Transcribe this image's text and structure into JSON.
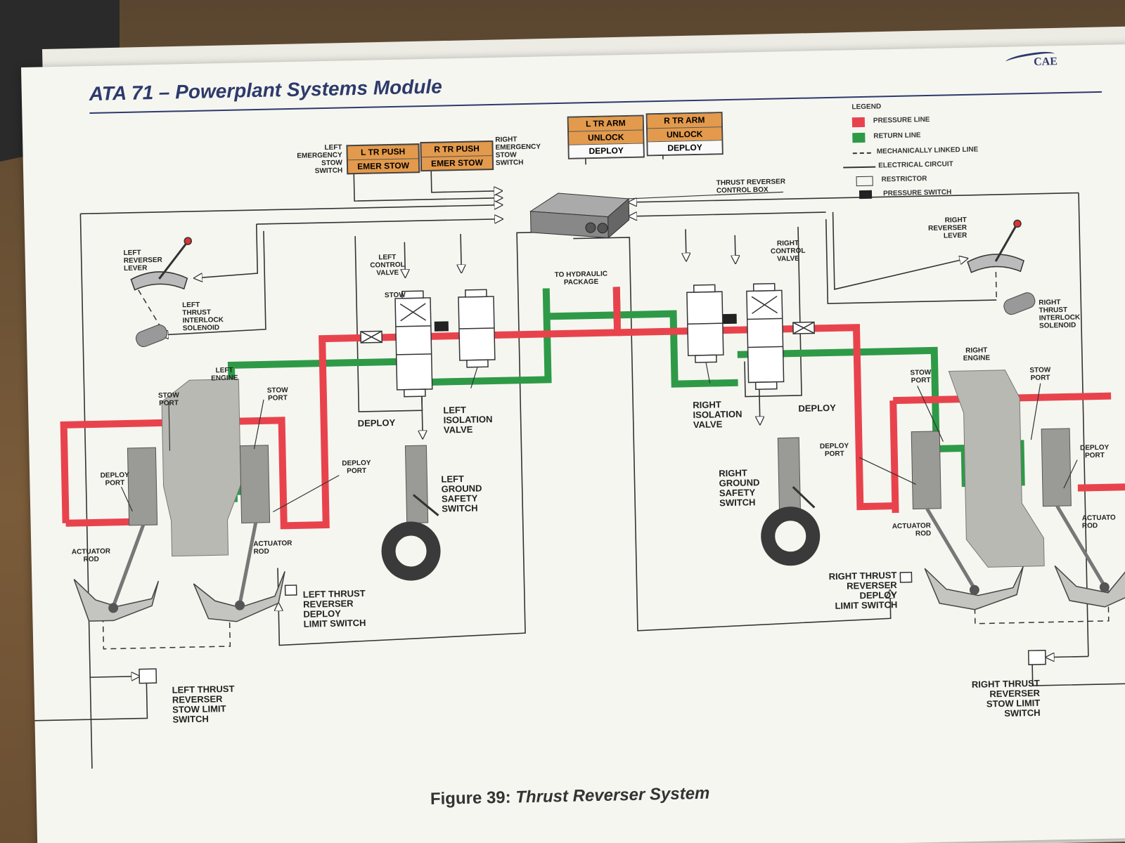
{
  "header": {
    "title": "ATA 71 – Powerplant Systems Module",
    "logo": "CAE"
  },
  "legend": {
    "title": "LEGEND",
    "items": [
      {
        "label": "PRESSURE LINE",
        "color": "#e8434c"
      },
      {
        "label": "RETURN LINE",
        "color": "#2e9a47"
      },
      {
        "label": "MECHANICALLY LINKED LINE",
        "color": "#333333"
      },
      {
        "label": "ELECTRICAL CIRCUIT",
        "color": "#333333"
      },
      {
        "label": "RESTRICTOR",
        "color": "#333333"
      },
      {
        "label": "PRESSURE SWITCH",
        "color": "#222222"
      }
    ]
  },
  "switches": {
    "left_push": [
      "L TR PUSH",
      "EMER STOW"
    ],
    "right_push": [
      "R TR PUSH",
      "EMER STOW"
    ],
    "left_arm": [
      "L TR ARM",
      "UNLOCK",
      "DEPLOY"
    ],
    "right_arm": [
      "R TR ARM",
      "UNLOCK",
      "DEPLOY"
    ]
  },
  "labels": {
    "left_emer_stow_switch": "LEFT\nEMERGENCY\nSTOW\nSWITCH",
    "right_emer_stow_switch": "RIGHT\nEMERGENCY\nSTOW\nSWITCH",
    "control_box": "THRUST REVERSER\nCONTROL BOX",
    "left_reverser_lever": "LEFT\nREVERSER\nLEVER",
    "right_reverser_lever": "RIGHT\nREVERSER\nLEVER",
    "left_interlock": "LEFT\nTHRUST\nINTERLOCK\nSOLENOID",
    "right_interlock": "RIGHT\nTHRUST\nINTERLOCK\nSOLENOID",
    "left_control_valve": "LEFT\nCONTROL\nVALVE",
    "right_control_valve": "RIGHT\nCONTROL\nVALVE",
    "to_hydraulic": "TO HYDRAULIC\nPACKAGE",
    "stow": "STOW",
    "left_deploy": "DEPLOY",
    "right_deploy": "DEPLOY",
    "left_isolation": "LEFT\nISOLATION\nVALVE",
    "right_isolation": "RIGHT\nISOLATION\nVALVE",
    "left_engine": "LEFT\nENGINE",
    "right_engine": "RIGHT\nENGINE",
    "stow_port_1": "STOW\nPORT",
    "stow_port_2": "STOW\nPORT",
    "stow_port_3": "STOW\nPORT",
    "stow_port_4": "STOW\nPORT",
    "deploy_port_1": "DEPLOY\nPORT",
    "deploy_port_2": "DEPLOY\nPORT",
    "deploy_port_3": "DEPLOY\nPORT",
    "deploy_port_4": "DEPLOY\nPORT",
    "actuator_rod_1": "ACTUATOR\nROD",
    "actuator_rod_2": "ACTUATOR\nROD",
    "actuator_rod_3": "ACTUATOR\nROD",
    "actuator_rod_4": "ACTUATO\nROD",
    "left_ground_safety": "LEFT\nGROUND\nSAFETY\nSWITCH",
    "right_ground_safety": "RIGHT\nGROUND\nSAFETY\nSWITCH",
    "left_deploy_limit": "LEFT THRUST\nREVERSER\nDEPLOY\nLIMIT SWITCH",
    "right_deploy_limit": "RIGHT THRUST\nREVERSER\nDEPLOY\nLIMIT SWITCH",
    "left_stow_limit": "LEFT THRUST\nREVERSER\nSTOW LIMIT\nSWITCH",
    "right_stow_limit": "RIGHT THRUST\nREVERSER\nSTOW LIMIT\nSWITCH"
  },
  "caption": {
    "figure": "Figure 39:",
    "title": "Thrust Reverser System"
  },
  "colors": {
    "pressure": "#e8434c",
    "return": "#2e9a47",
    "accent": "#2d3a6b",
    "switch_orange": "#e39a4c"
  }
}
